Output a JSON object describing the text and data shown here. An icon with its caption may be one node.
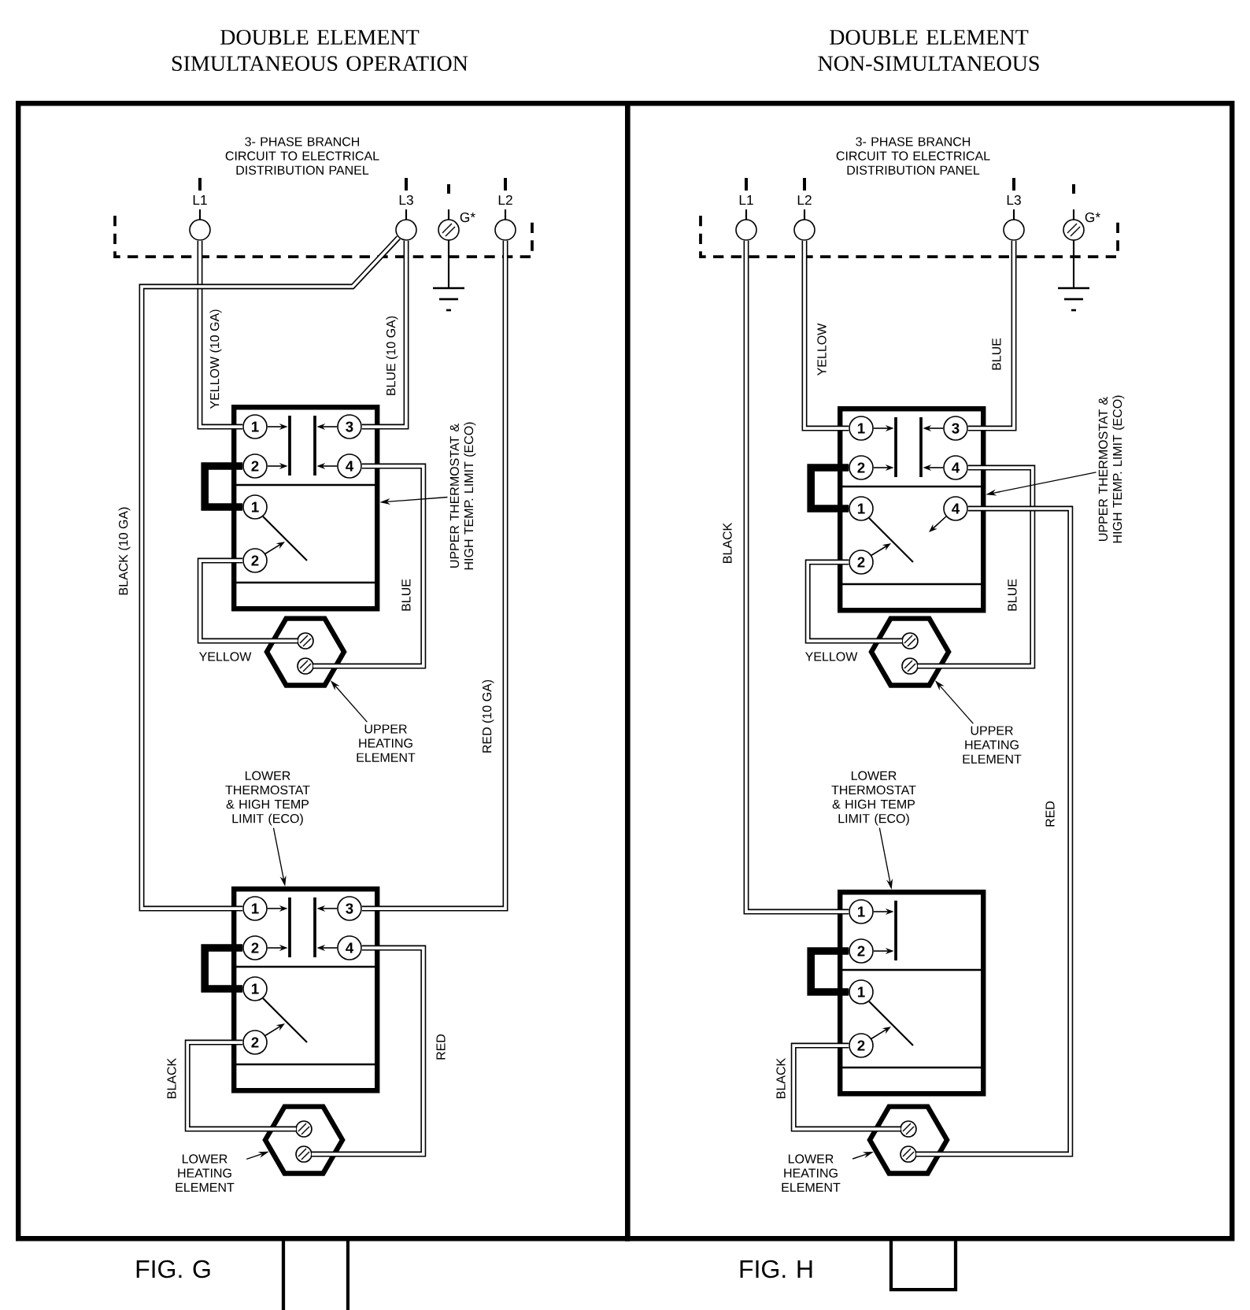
{
  "diagram": {
    "nodes": [
      {
        "text": [
          "DOUBLE ELEMENT SIMULTANEOUS OPERATION"
        ]
      },
      {
        "text": [
          "L1"
        ],
        "in": 0
      },
      {
        "text": [
          "L3"
        ],
        "in": 0
      },
      {
        "text": [
          "G*"
        ],
        "in": 0
      },
      {
        "text": [
          "L2"
        ],
        "in": 0
      },
      {
        "text": [],
        "shape": "box",
        "in": 0
      },
      {
        "text": [
          "1"
        ],
        "in": 5
      },
      {
        "text": [
          "3"
        ],
        "in": 5
      },
      {
        "text": [
          "2"
        ],
        "in": 5
      },
      {
        "text": [
          "4"
        ],
        "in": 5
      },
      {
        "text": [
          "1"
        ],
        "in": 5
      },
      {
        "text": [
          "2"
        ],
        "in": 5
      },
      {
        "text": [
          "UPPER THERMOSTAT & HIGH TEMP. LIMIT (ECO)"
        ],
        "in": 0
      },
      {
        "text": [],
        "shape": "hexagon",
        "in": 0
      },
      {
        "text": [
          "UPPER HEATING ELEMENT"
        ],
        "in": 0
      },
      {
        "text": [
          "LOWER THERMOSTAT & HIGH TEMP LIMIT (ECO)"
        ],
        "in": 0
      },
      {
        "text": [],
        "shape": "box",
        "in": 0
      },
      {
        "text": [
          "1"
        ],
        "in": 16
      },
      {
        "text": [
          "3"
        ],
        "in": 16
      },
      {
        "text": [
          "2"
        ],
        "in": 16
      },
      {
        "text": [
          "4"
        ],
        "in": 16
      },
      {
        "text": [
          "1"
        ],
        "in": 16
      },
      {
        "text": [
          "2"
        ],
        "in": 16
      },
      {
        "text": [],
        "shape": "hexagon",
        "in": 0
      },
      {
        "text": [
          "LOWER HEATING ELEMENT"
        ],
        "in": 0
      },
      {
        "text": [
          "DOUBLE ELEMENT NON-SIMULTANEOUS"
        ]
      },
      {
        "text": [
          "L1"
        ],
        "in": 25
      },
      {
        "text": [
          "L2"
        ],
        "in": 25
      },
      {
        "text": [
          "L3"
        ],
        "in": 25
      },
      {
        "text": [
          "G*"
        ],
        "in": 25
      },
      {
        "text": [],
        "shape": "box",
        "in": 25
      },
      {
        "text": [
          "1"
        ],
        "in": 30
      },
      {
        "text": [
          "3"
        ],
        "in": 30
      },
      {
        "text": [
          "2"
        ],
        "in": 30
      },
      {
        "text": [
          "4"
        ],
        "in": 30
      },
      {
        "text": [
          "1"
        ],
        "in": 30
      },
      {
        "text": [
          "4"
        ],
        "in": 30
      },
      {
        "text": [
          "2"
        ],
        "in": 30
      },
      {
        "text": [
          "UPPER THERMOSTAT & HIGH TEMP. LIMIT (ECO)"
        ],
        "in": 25
      },
      {
        "text": [],
        "shape": "hexagon",
        "in": 25
      },
      {
        "text": [
          "UPPER HEATING ELEMENT"
        ],
        "in": 25
      },
      {
        "text": [
          "LOWER THERMOSTAT & HIGH TEMP LIMIT (ECO)"
        ],
        "in": 25
      },
      {
        "text": [],
        "shape": "box",
        "in": 25
      },
      {
        "text": [
          "1"
        ],
        "in": 42
      },
      {
        "text": [
          "2"
        ],
        "in": 42
      },
      {
        "text": [
          "1"
        ],
        "in": 42
      },
      {
        "text": [
          "2"
        ],
        "in": 42
      },
      {
        "text": [],
        "shape": "hexagon",
        "in": 25
      },
      {
        "text": [
          "LOWER HEATING ELEMENT"
        ],
        "in": 25
      },
      {
        "text": [],
        "shape": "bar",
        "in": 5
      },
      {
        "text": [],
        "shape": "bar",
        "in": 5
      },
      {
        "text": [],
        "shape": "bar",
        "in": 16
      },
      {
        "text": [],
        "shape": "bar",
        "in": 16
      },
      {
        "text": [],
        "shape": "bar",
        "in": 30
      },
      {
        "text": [],
        "shape": "bar",
        "in": 30
      },
      {
        "text": [],
        "shape": "bar",
        "in": 42
      }
    ],
    "edges": [
      {
        "from": 1,
        "to": 6,
        "arrow": "none",
        "label": "YELLOW (10 GA)",
        "style": "thick"
      },
      {
        "from": 2,
        "to": 7,
        "arrow": "none",
        "label": "BLUE (10 GA)",
        "style": "thick"
      },
      {
        "from": 2,
        "to": 17,
        "arrow": "none",
        "label": "BLACK (10 GA)",
        "style": "thick"
      },
      {
        "from": 4,
        "to": 18,
        "arrow": "none",
        "label": "RED (10 GA)",
        "style": "thick"
      },
      {
        "from": 8,
        "to": 10,
        "arrow": "none",
        "style": "thick"
      },
      {
        "from": 11,
        "to": 13,
        "arrow": "none",
        "label": "YELLOW",
        "style": "thick"
      },
      {
        "from": 9,
        "to": 13,
        "arrow": "none",
        "label": "BLUE",
        "style": "thick"
      },
      {
        "from": 19,
        "to": 21,
        "arrow": "none",
        "style": "thick"
      },
      {
        "from": 22,
        "to": 23,
        "arrow": "none",
        "label": "BLACK",
        "style": "thick"
      },
      {
        "from": 20,
        "to": 23,
        "arrow": "none",
        "label": "RED",
        "style": "thick"
      },
      {
        "from": 12,
        "to": 5,
        "arrow": "to"
      },
      {
        "from": 14,
        "to": 13,
        "arrow": "to"
      },
      {
        "from": 15,
        "to": 16,
        "arrow": "to"
      },
      {
        "from": 24,
        "to": 23,
        "arrow": "to"
      },
      {
        "from": 26,
        "to": 43,
        "arrow": "none",
        "label": "BLACK",
        "style": "thick"
      },
      {
        "from": 27,
        "to": 31,
        "arrow": "none",
        "label": "YELLOW",
        "style": "thick"
      },
      {
        "from": 28,
        "to": 32,
        "arrow": "none",
        "label": "BLUE",
        "style": "thick"
      },
      {
        "from": 33,
        "to": 35,
        "arrow": "none",
        "style": "thick"
      },
      {
        "from": 37,
        "to": 39,
        "arrow": "none",
        "label": "YELLOW",
        "style": "thick"
      },
      {
        "from": 34,
        "to": 39,
        "arrow": "none",
        "label": "BLUE",
        "style": "thick"
      },
      {
        "from": 36,
        "to": 47,
        "arrow": "none",
        "label": "RED",
        "style": "thick"
      },
      {
        "from": 44,
        "to": 45,
        "arrow": "none",
        "style": "thick"
      },
      {
        "from": 46,
        "to": 47,
        "arrow": "none",
        "label": "BLACK",
        "style": "thick"
      },
      {
        "from": 38,
        "to": 30,
        "arrow": "to"
      },
      {
        "from": 40,
        "to": 39,
        "arrow": "to"
      },
      {
        "from": 41,
        "to": 42,
        "arrow": "to"
      },
      {
        "from": 48,
        "to": 47,
        "arrow": "to"
      },
      {
        "from": 6,
        "to": 49,
        "arrow": "to"
      },
      {
        "from": 8,
        "to": 49,
        "arrow": "to"
      },
      {
        "from": 7,
        "to": 50,
        "arrow": "to"
      },
      {
        "from": 9,
        "to": 50,
        "arrow": "to"
      },
      {
        "from": 17,
        "to": 51,
        "arrow": "to"
      },
      {
        "from": 19,
        "to": 51,
        "arrow": "to"
      },
      {
        "from": 18,
        "to": 52,
        "arrow": "to"
      },
      {
        "from": 20,
        "to": 52,
        "arrow": "to"
      },
      {
        "from": 31,
        "to": 53,
        "arrow": "to"
      },
      {
        "from": 33,
        "to": 53,
        "arrow": "to"
      },
      {
        "from": 32,
        "to": 54,
        "arrow": "to"
      },
      {
        "from": 34,
        "to": 54,
        "arrow": "to"
      },
      {
        "from": 43,
        "to": 55,
        "arrow": "to"
      },
      {
        "from": 44,
        "to": 55,
        "arrow": "to"
      }
    ],
    "labels": [
      "3- PHASE BRANCH CIRCUIT TO ELECTRICAL DISTRIBUTION PANEL",
      "3- PHASE BRANCH CIRCUIT TO ELECTRICAL DISTRIBUTION PANEL",
      "FIG. G",
      "FIG. H"
    ]
  }
}
